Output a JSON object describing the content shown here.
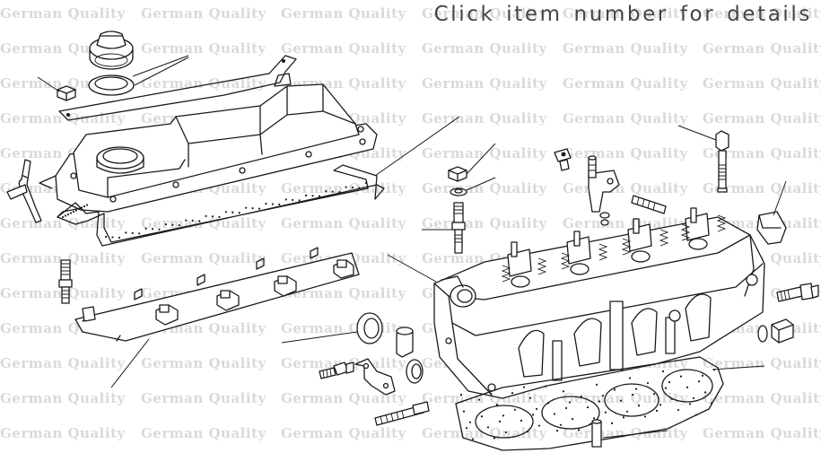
{
  "header": {
    "instruction": "Click item number for details"
  },
  "watermark": {
    "text": "German Quality",
    "color": "#d9d9d9"
  },
  "diagram": {
    "parts": [
      {
        "id": "oil-filler-cap",
        "icon": "oil-filler-cap-icon"
      },
      {
        "id": "cap-seal-ring",
        "icon": "seal-ring-icon"
      },
      {
        "id": "nut",
        "icon": "hex-nut-icon"
      },
      {
        "id": "valve-cover",
        "icon": "valve-cover-icon"
      },
      {
        "id": "valve-cover-gasket",
        "icon": "gasket-icon"
      },
      {
        "id": "breather-hose",
        "icon": "hose-icon"
      },
      {
        "id": "stud",
        "icon": "stud-icon"
      },
      {
        "id": "baffle-plate",
        "icon": "baffle-plate-icon"
      },
      {
        "id": "camshaft-seal",
        "icon": "seal-icon"
      },
      {
        "id": "plug",
        "icon": "plug-icon"
      },
      {
        "id": "sealing-cap",
        "icon": "sealing-cap-icon"
      },
      {
        "id": "bracket",
        "icon": "bracket-icon"
      },
      {
        "id": "bolt",
        "icon": "bolt-icon"
      },
      {
        "id": "double-stud",
        "icon": "double-stud-icon"
      },
      {
        "id": "cylinder-head",
        "icon": "cylinder-head-icon"
      },
      {
        "id": "head-gasket",
        "icon": "head-gasket-icon"
      },
      {
        "id": "dowel-sleeve",
        "icon": "dowel-icon"
      },
      {
        "id": "head-bolt",
        "icon": "head-bolt-icon"
      },
      {
        "id": "cover-cap",
        "icon": "cover-cap-icon"
      },
      {
        "id": "temperature-sender",
        "icon": "sender-icon"
      },
      {
        "id": "screw-plug",
        "icon": "screw-plug-icon"
      },
      {
        "id": "coolant-flange",
        "icon": "flange-icon"
      },
      {
        "id": "vent-nipple",
        "icon": "nipple-icon"
      },
      {
        "id": "union-screw",
        "icon": "union-screw-icon"
      },
      {
        "id": "valve-seal-ring",
        "icon": "seal-ring-icon"
      }
    ]
  }
}
